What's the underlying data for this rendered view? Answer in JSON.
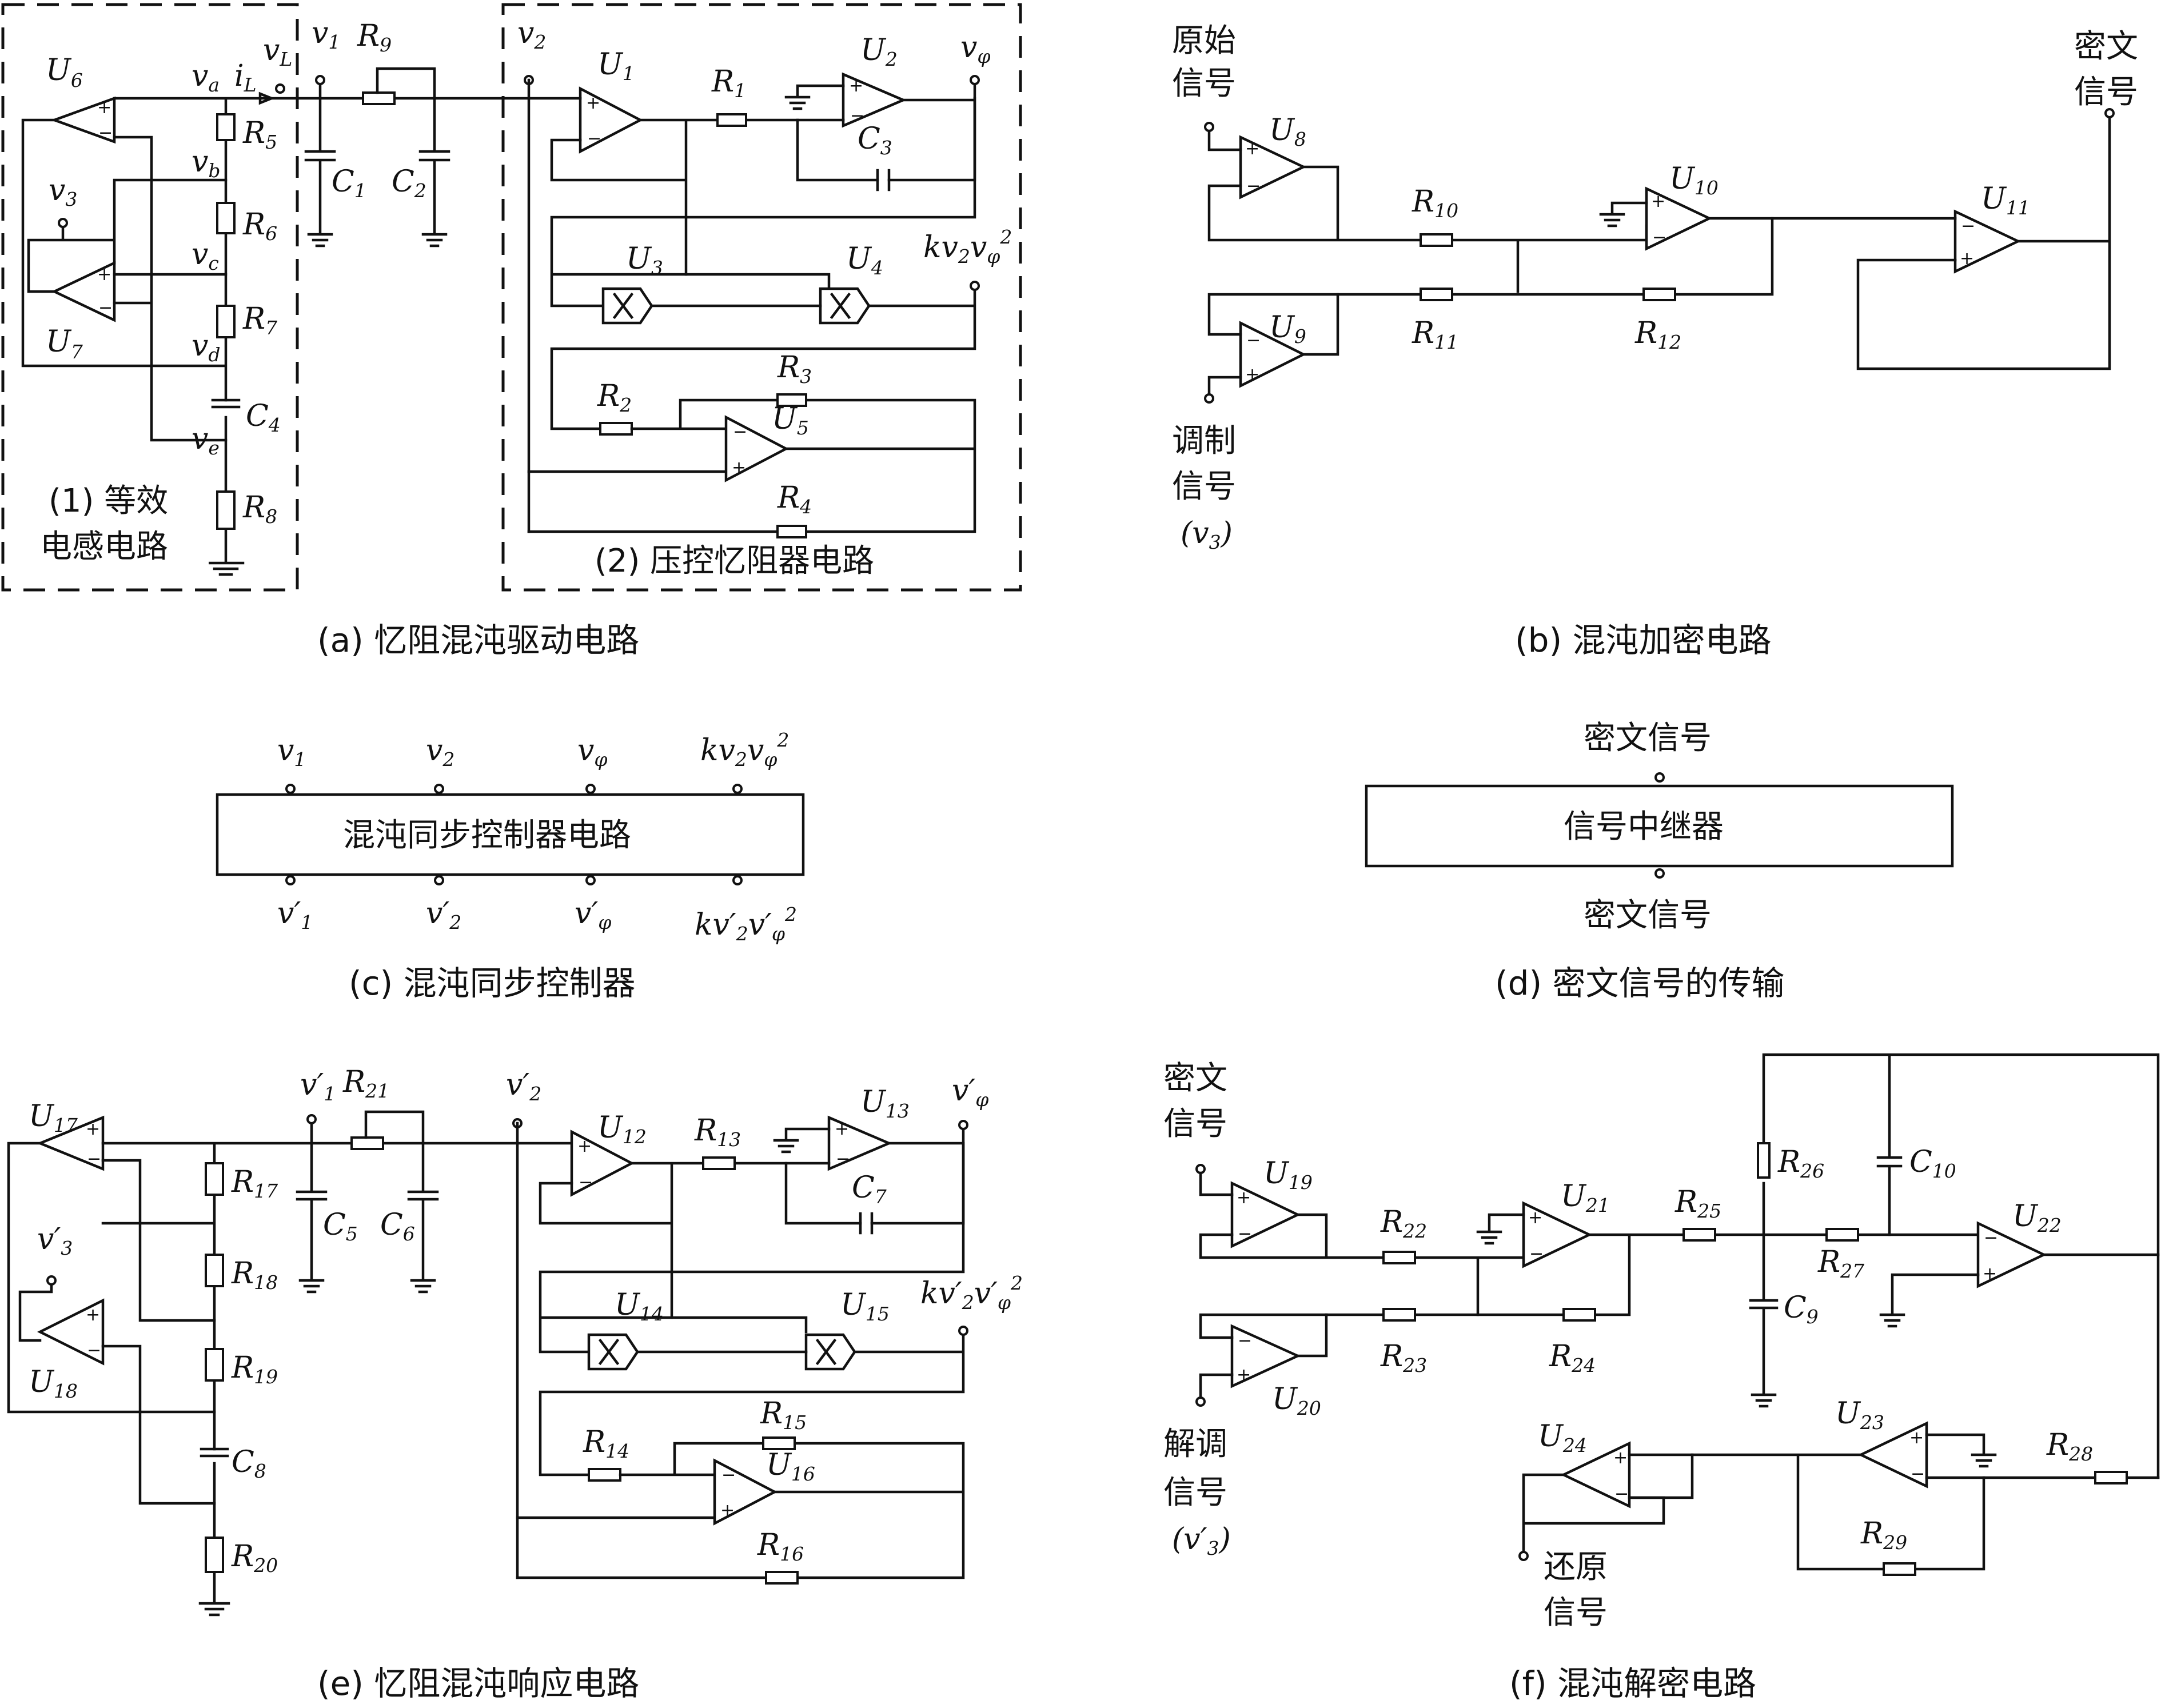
{
  "captions": {
    "a": "(a) 忆阻混沌驱动电路",
    "b": "(b) 混沌加密电路",
    "c": "(c) 混沌同步控制器",
    "d": "(d) 密文信号的传输",
    "e": "(e) 忆阻混沌响应电路",
    "f": "(f) 混沌解密电路"
  },
  "panel_a": {
    "block1_line1": "(1) 等效",
    "block1_line2": "电感电路",
    "block2": "(2) 压控忆阻器电路",
    "opamps": [
      "U6",
      "U7",
      "U1",
      "U2",
      "U3",
      "U4",
      "U5"
    ],
    "resistors": [
      "R5",
      "R6",
      "R7",
      "R8",
      "R9",
      "R1",
      "R2",
      "R3",
      "R4"
    ],
    "capacitors": [
      "C4",
      "C1",
      "C2",
      "C3"
    ],
    "nodes": [
      "va",
      "vb",
      "vc",
      "vd",
      "ve",
      "iL",
      "vL",
      "v1",
      "v2",
      "vφ",
      "v3",
      "kv2vφ2"
    ]
  },
  "panel_b": {
    "input1_line1": "原始",
    "input1_line2": "信号",
    "input2_line1": "调制",
    "input2_line2": "信号",
    "input2_symbol": "(v3)",
    "output_line1": "密文",
    "output_line2": "信号",
    "opamps": [
      "U8",
      "U9",
      "U10",
      "U11"
    ],
    "resistors": [
      "R10",
      "R11",
      "R12"
    ]
  },
  "panel_c": {
    "box_label": "混沌同步控制器电路",
    "top_ports": [
      "v1",
      "v2",
      "vφ",
      "kv2vφ2"
    ],
    "bottom_ports": [
      "v1'",
      "v2'",
      "vφ'",
      "kv2'vφ'2"
    ]
  },
  "panel_d": {
    "box_label": "信号中继器",
    "top_label": "密文信号",
    "bottom_label": "密文信号"
  },
  "panel_e": {
    "opamps": [
      "U17",
      "U18",
      "U12",
      "U13",
      "U14",
      "U15",
      "U16"
    ],
    "resistors": [
      "R17",
      "R18",
      "R19",
      "R20",
      "R21",
      "R13",
      "R14",
      "R15",
      "R16"
    ],
    "capacitors": [
      "C8",
      "C5",
      "C6",
      "C7"
    ]
  },
  "panel_f": {
    "input1_line1": "密文",
    "input1_line2": "信号",
    "input2_line1": "解调",
    "input2_line2": "信号",
    "input2_symbol": "(v3')",
    "output_line1": "还原",
    "output_line2": "信号",
    "opamps": [
      "U19",
      "U20",
      "U21",
      "U22",
      "U23",
      "U24"
    ],
    "resistors": [
      "R22",
      "R23",
      "R24",
      "R25",
      "R26",
      "R27",
      "R28",
      "R29"
    ],
    "capacitors": [
      "C9",
      "C10"
    ]
  }
}
